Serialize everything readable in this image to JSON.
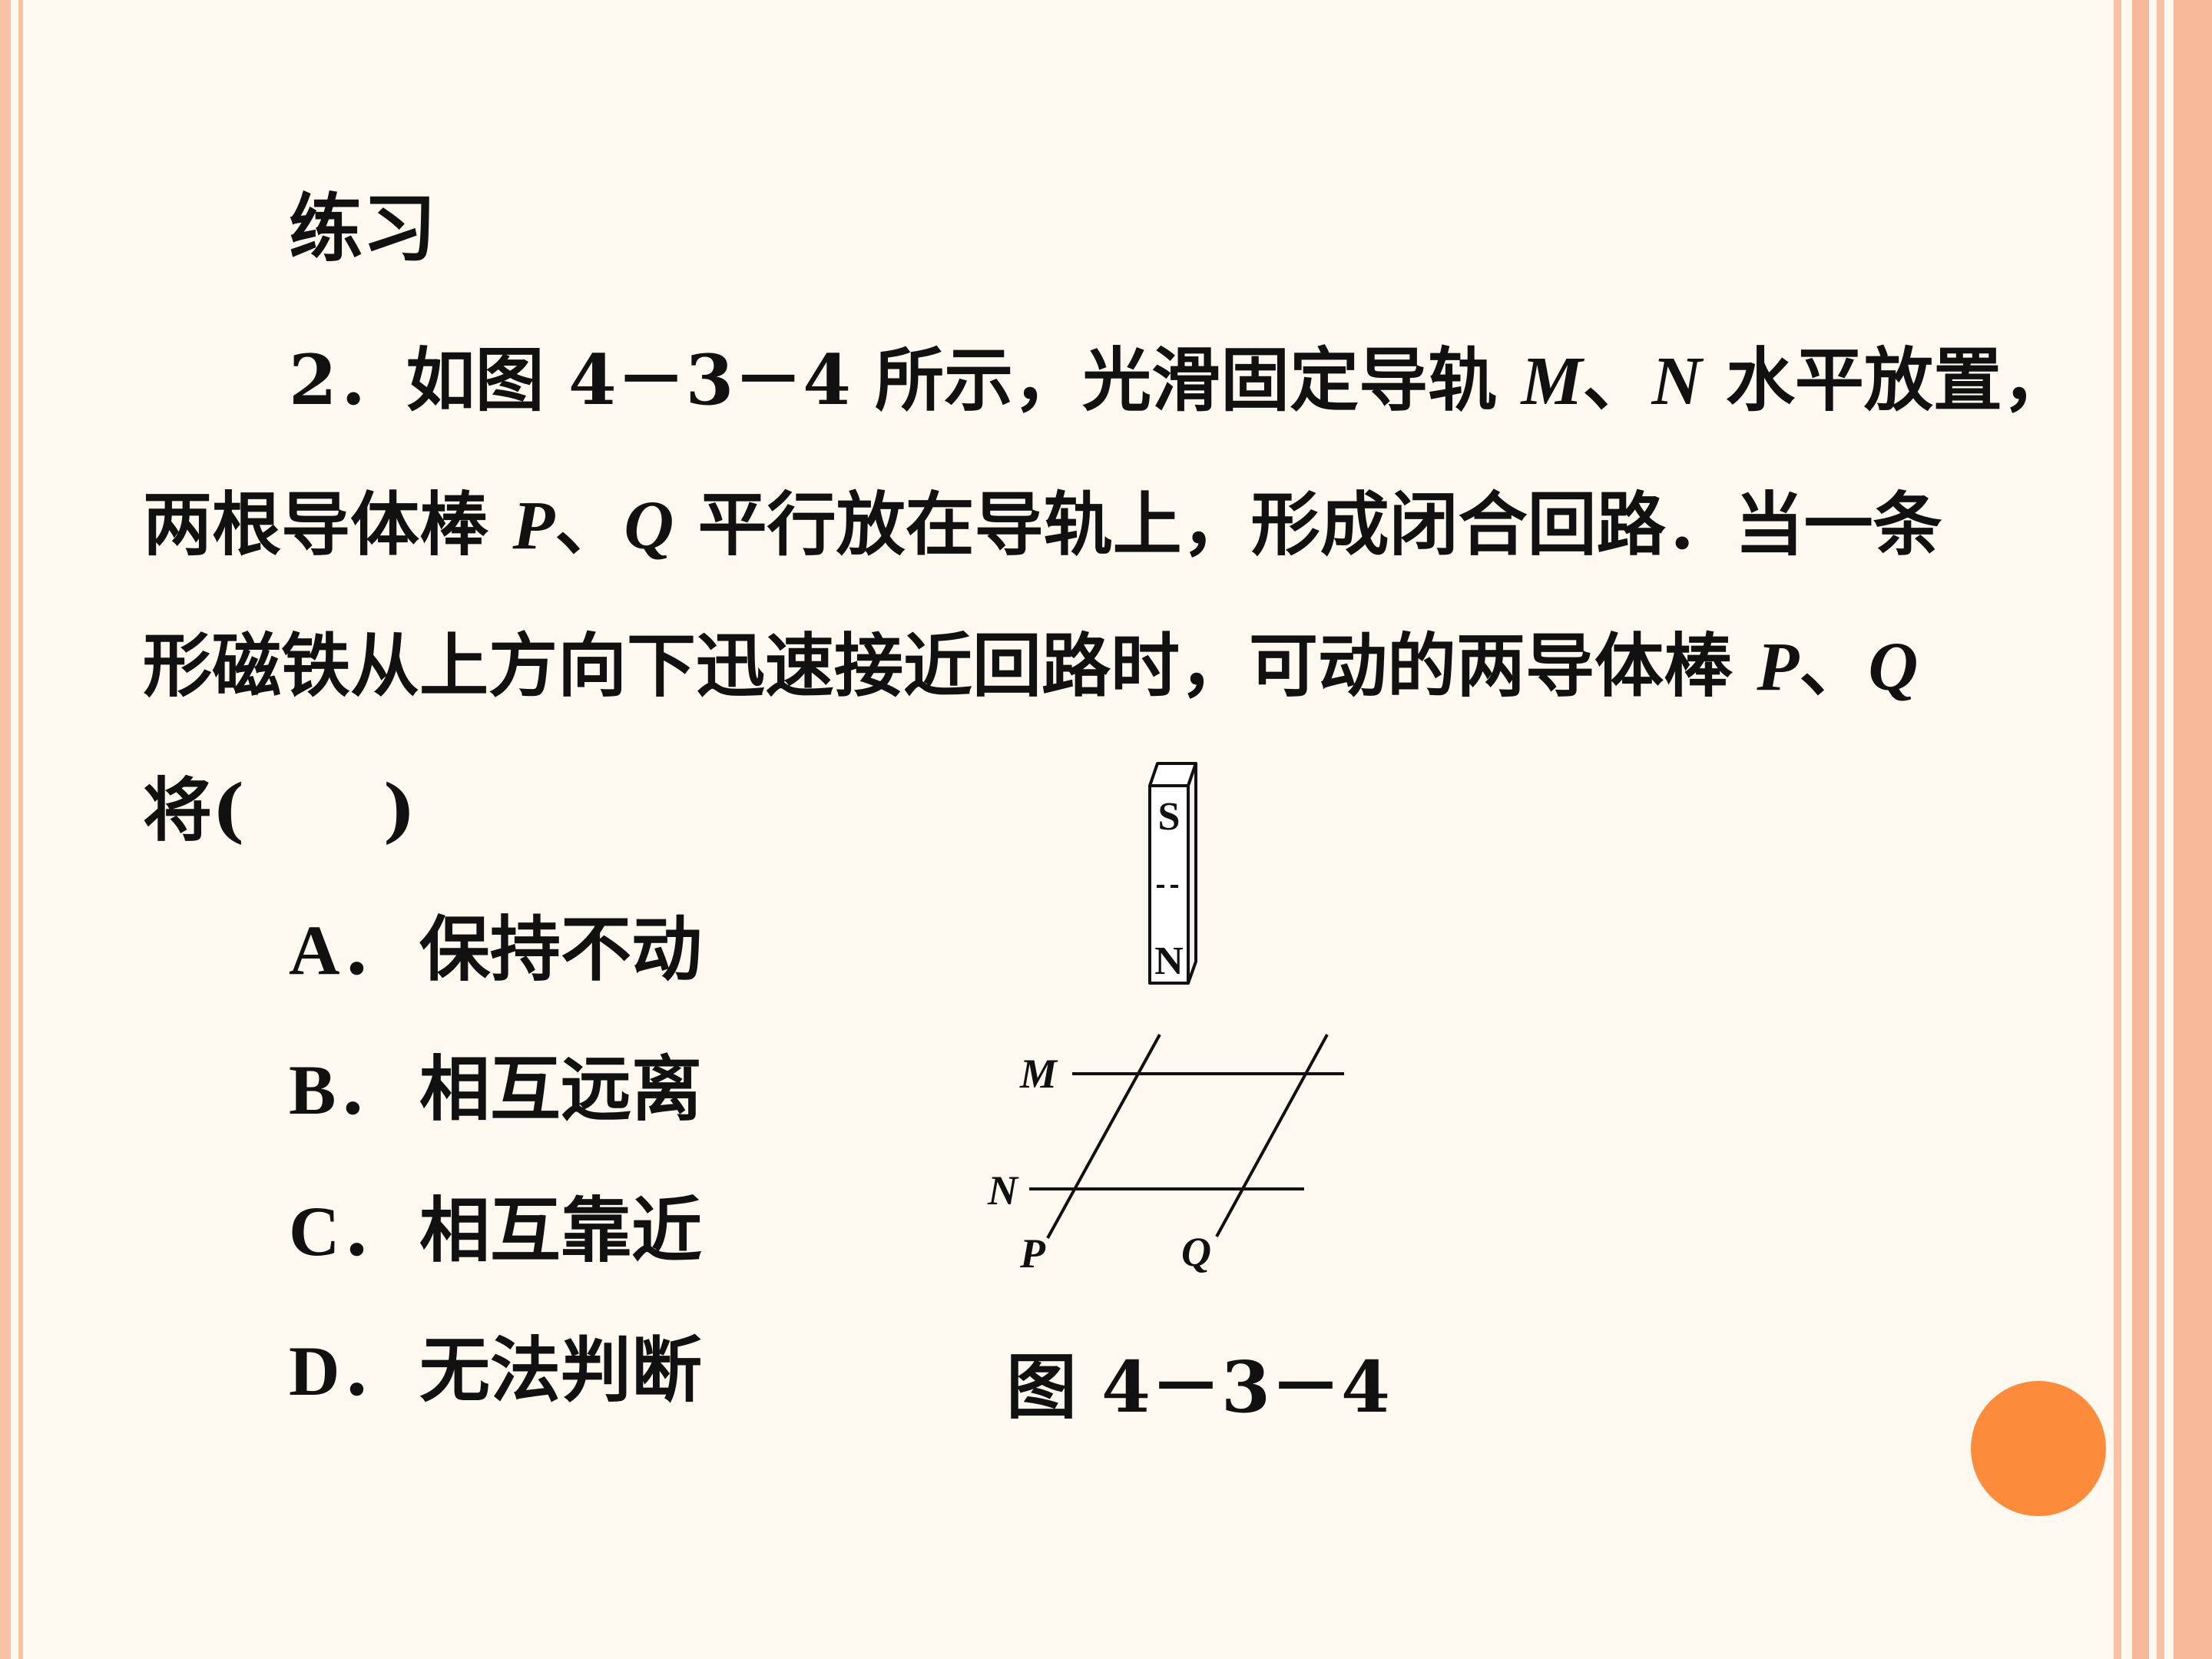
{
  "title": "练习",
  "question": {
    "line1": {
      "a": "2．如图 4－3－4 所示，光滑固定导轨 ",
      "m": "M",
      "b": "、",
      "n": "N",
      "c": " 水平放置，"
    },
    "line2": {
      "a": "两根导体棒 ",
      "p": "P",
      "b": "、",
      "q": "Q",
      "c": " 平行放在导轨上，形成闭合回路．当一条"
    },
    "line3": {
      "a": "形磁铁从上方向下迅速接近回路时，可动的两导体棒 ",
      "p": "P",
      "b": "、",
      "q": "Q"
    },
    "line4": "将(　　)"
  },
  "options": [
    {
      "letter": "A．",
      "text": "保持不动"
    },
    {
      "letter": "B．",
      "text": "相互远离"
    },
    {
      "letter": "C．",
      "text": "相互靠近"
    },
    {
      "letter": "D．",
      "text": "无法判断"
    }
  ],
  "figure": {
    "magnet_top": "S",
    "magnet_bottom": "N",
    "rail_m": "M",
    "rail_n": "N",
    "rod_p": "P",
    "rod_q": "Q",
    "caption": "图 4－3－4"
  },
  "colors": {
    "background": "#fdf8f0",
    "stripe": "#f7b99a",
    "accent_dot": "#fc8c3c"
  }
}
